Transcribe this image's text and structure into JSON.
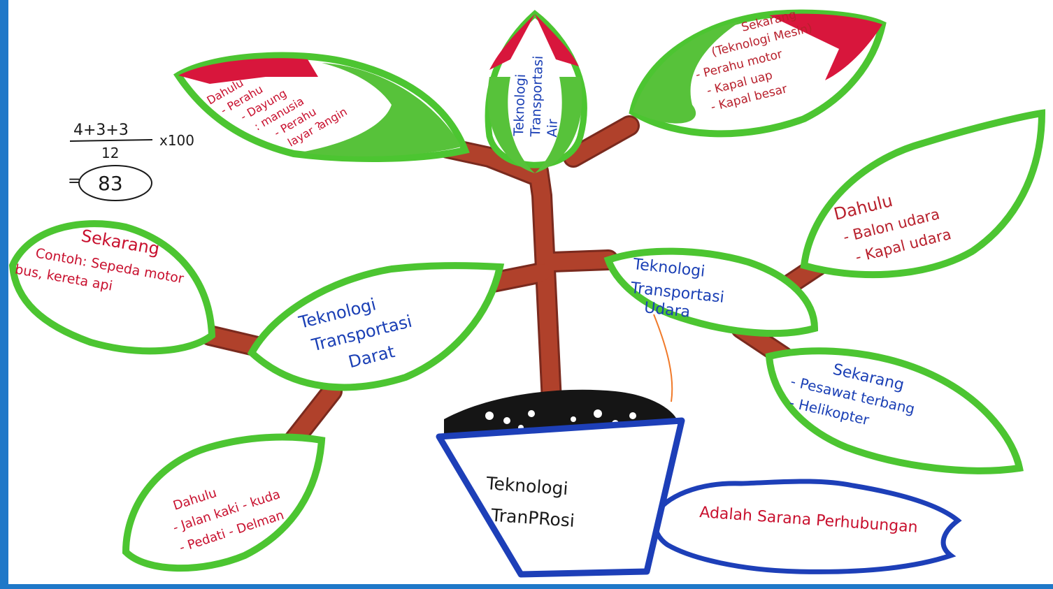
{
  "center": {
    "line1": "Teknologi",
    "line2": "TranPRosi"
  },
  "definition": "Adalah Sarana Perhubungan",
  "score": {
    "expression": "4+3+3",
    "denominator": "12",
    "multiplier": "x100",
    "result": "83"
  },
  "water": {
    "title_lines": [
      "Teknologi",
      "Transportasi",
      "Air"
    ],
    "past_lines": [
      "Dahulu",
      "- Perahu",
      "- Dayung",
      ": manusia",
      "- Perahu",
      "layar ?",
      "angin"
    ],
    "now_lines": [
      "Sekarang",
      "(Teknologi Mesin)",
      "- Perahu motor",
      "- Kapal uap",
      "- Kapal besar"
    ]
  },
  "land": {
    "title_lines": [
      "Teknologi",
      "Transportasi",
      "Darat"
    ],
    "now_lines": [
      "Sekarang",
      "Contoh: Sepeda motor",
      "bus, kereta api"
    ],
    "past_lines": [
      "Dahulu",
      "- Jalan kaki - kuda",
      "- Pedati - Delman"
    ]
  },
  "air": {
    "title_lines": [
      "Teknologi",
      "Transportasi",
      "Udara"
    ],
    "past_lines": [
      "Dahulu",
      "- Balon udara",
      "- Kapal udara"
    ],
    "now_lines": [
      "Sekarang",
      "- Pesawat terbang",
      "- Helikopter"
    ]
  },
  "colors": {
    "leaf_outline": "#4cc531",
    "leaf_fill": "#ffffff",
    "leaf_inner": "#57c23a",
    "stem": "#b0412b",
    "stem_edge": "#7a2a1e",
    "bud": "#d8163c",
    "pot_outline": "#1d3fb8",
    "soil": "#151515",
    "red_text": "#c8102e",
    "blue_text": "#1a3fb5",
    "frame": "#1f78c8"
  }
}
